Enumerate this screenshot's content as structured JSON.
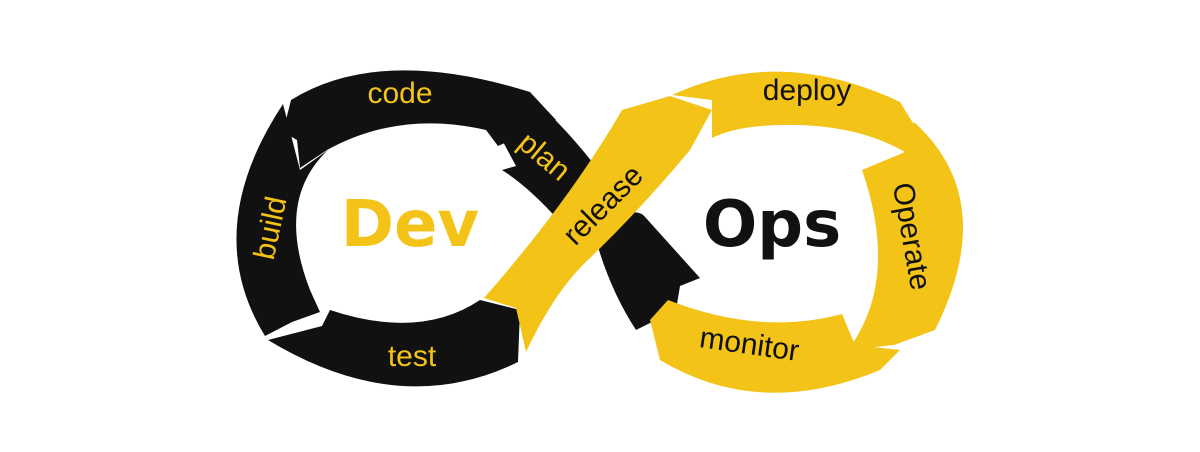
{
  "colors": {
    "dark": "#111111",
    "accent": "#f3c318",
    "background": "#ffffff"
  },
  "center_labels": {
    "dev": "Dev",
    "ops": "Ops"
  },
  "dev_loop_stages": {
    "code": "code",
    "plan": "plan",
    "build": "build",
    "test": "test"
  },
  "ops_loop_stages": {
    "release": "release",
    "deploy": "deploy",
    "operate": "Operate",
    "monitor": "monitor"
  }
}
